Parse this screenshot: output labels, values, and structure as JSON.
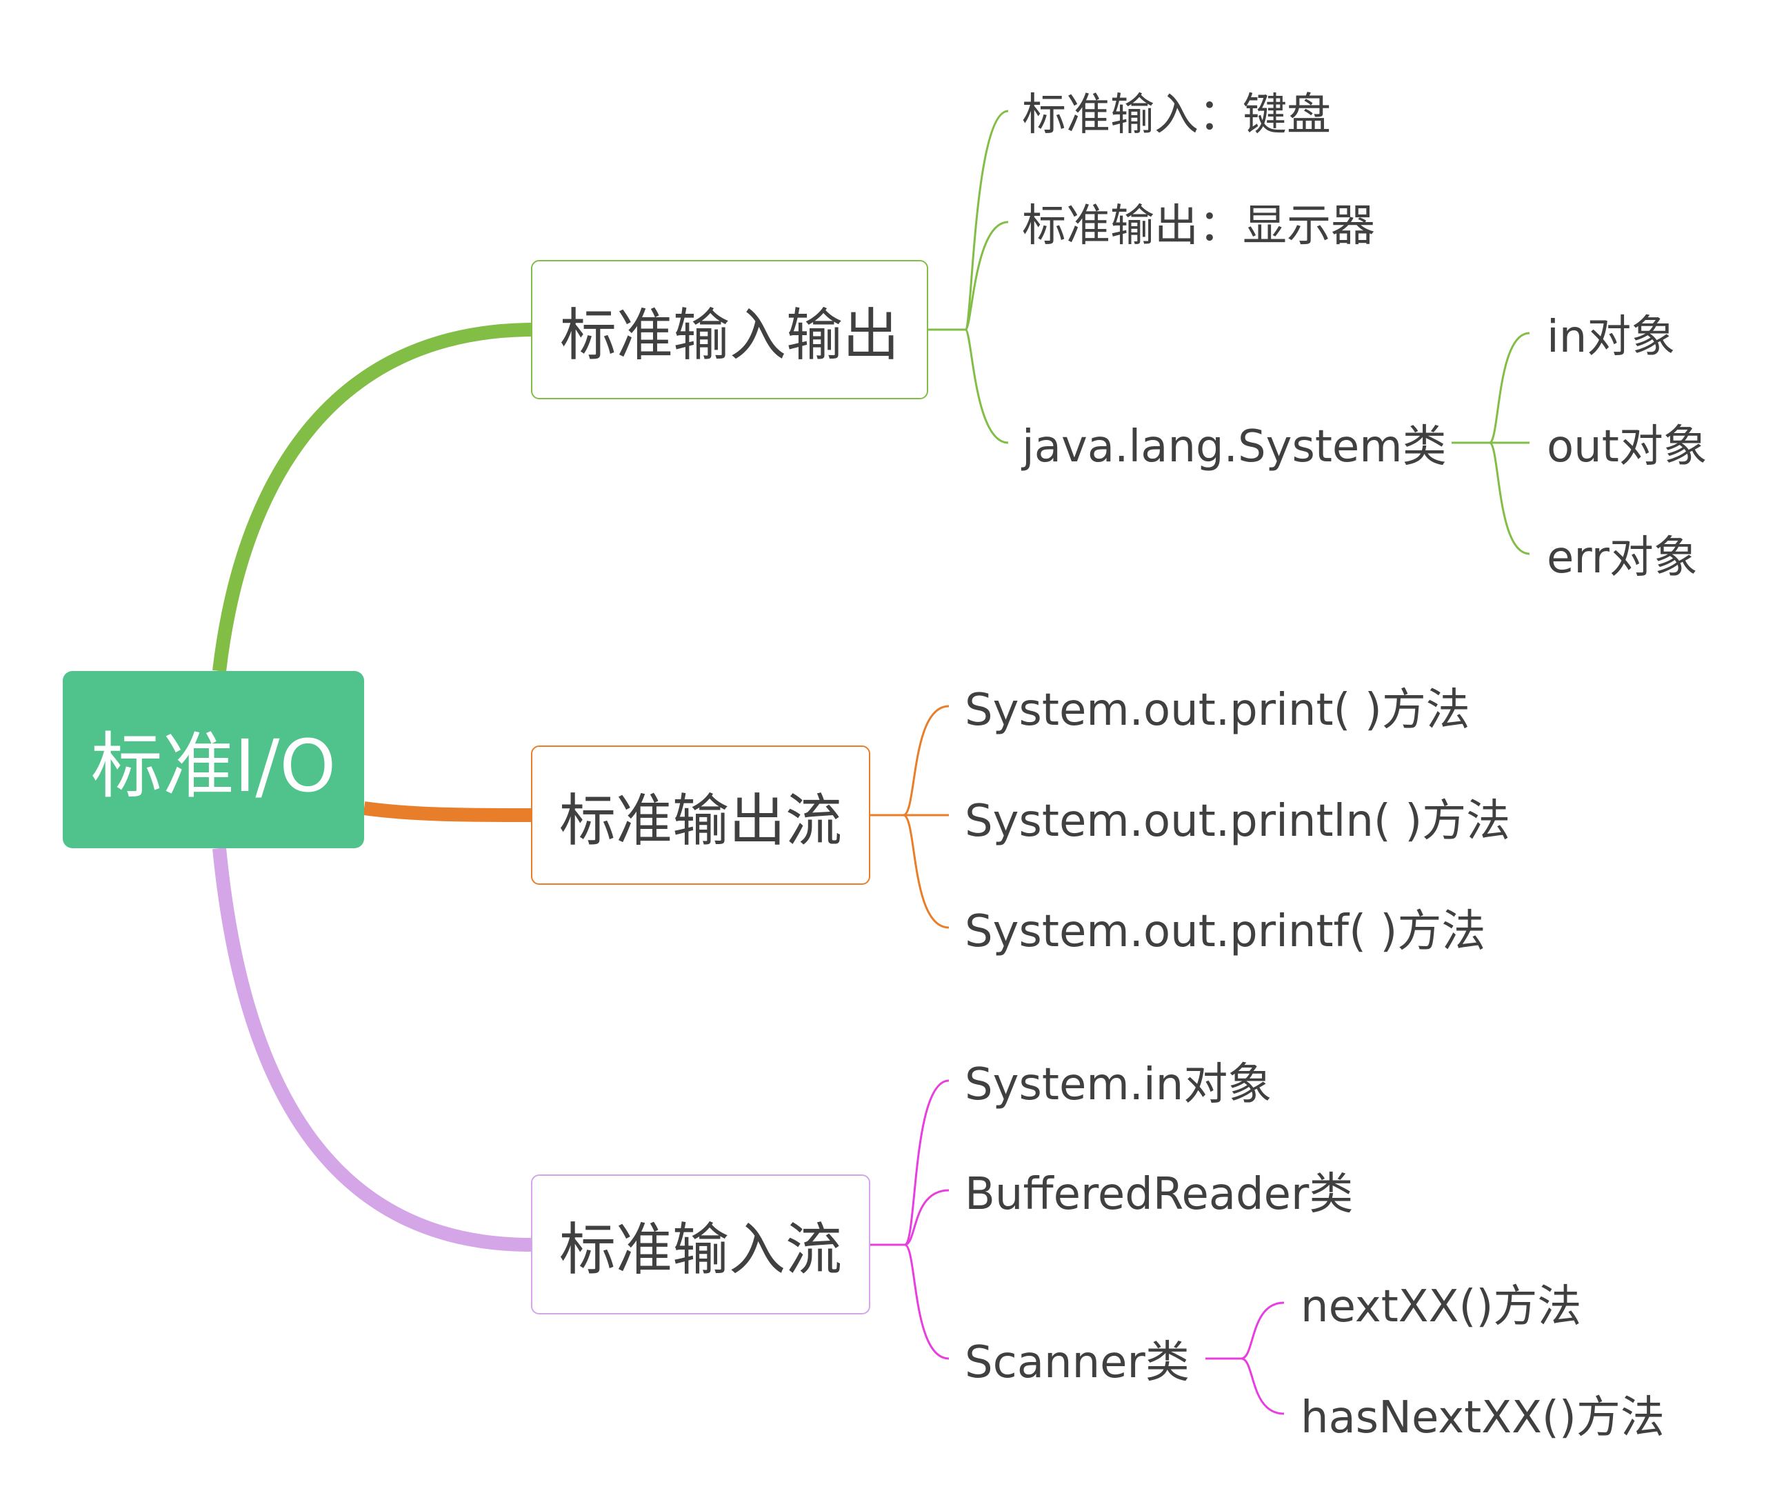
{
  "root": {
    "label": "标准I/O",
    "color": "#50c38c"
  },
  "branches": [
    {
      "label": "标准输入输出",
      "color": "#82bd45",
      "children": [
        {
          "label": "标准输入：键盘"
        },
        {
          "label": "标准输出：显示器"
        },
        {
          "label": "java.lang.System类",
          "children": [
            {
              "label": "in对象"
            },
            {
              "label": "out对象"
            },
            {
              "label": "err对象"
            }
          ]
        }
      ]
    },
    {
      "label": "标准输出流",
      "color": "#e87e2a",
      "children": [
        {
          "label": "System.out.print( )方法"
        },
        {
          "label": "System.out.println( )方法"
        },
        {
          "label": "System.out.printf( )方法"
        }
      ]
    },
    {
      "label": "标准输入流",
      "color": "#d4a6e8",
      "leaf_line_color": "#e83ee0",
      "children": [
        {
          "label": "System.in对象"
        },
        {
          "label": "BufferedReader类"
        },
        {
          "label": "Scanner类",
          "children": [
            {
              "label": "nextXX()方法"
            },
            {
              "label": "hasNextXX()方法"
            }
          ]
        }
      ]
    }
  ]
}
